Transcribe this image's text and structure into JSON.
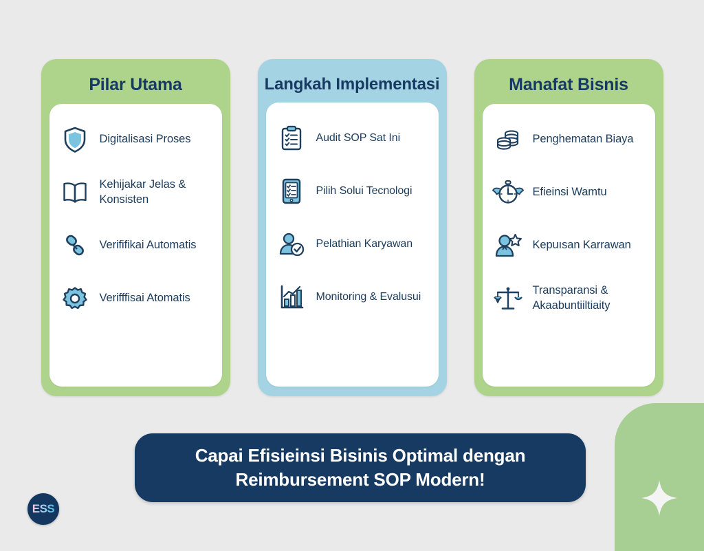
{
  "background_color": "#eaeaea",
  "colors": {
    "green": "#aed48c",
    "blue": "#a4d3e3",
    "navy": "#173a63",
    "icon_navy": "#1f3f5f",
    "icon_blue": "#7cc3e0"
  },
  "columns": [
    {
      "title": "Pilar Utama",
      "theme": "green",
      "items": [
        {
          "label": "Digitalisasi Proses",
          "icon": "shield-icon"
        },
        {
          "label": "Kehijakar Jelas & Konsisten",
          "icon": "open-book-icon"
        },
        {
          "label": "Verififikai Automatis",
          "icon": "chain-link-icon"
        },
        {
          "label": "Verifffisai Atomatis",
          "icon": "gear-icon"
        }
      ]
    },
    {
      "title": "Langkah Implementasi",
      "theme": "blue",
      "items": [
        {
          "label": "Audit SOP Sat Ini",
          "icon": "clipboard-checklist-icon"
        },
        {
          "label": "Pilih Solui Tecnologi",
          "icon": "tablet-checklist-icon"
        },
        {
          "label": "Pelathian Karyawan",
          "icon": "user-check-icon"
        },
        {
          "label": "Monitoring & Evalusui",
          "icon": "bar-chart-growth-icon"
        }
      ]
    },
    {
      "title": "Manafat Bisnis",
      "theme": "green",
      "items": [
        {
          "label": "Penghematan Biaya",
          "icon": "coin-stack-icon"
        },
        {
          "label": "Efieinsi Wamtu",
          "icon": "winged-stopwatch-icon"
        },
        {
          "label": "Kepuısan Karrawan",
          "icon": "user-star-icon"
        },
        {
          "label": "Transparansi & Akaabuntiiltiaity",
          "icon": "scales-balance-icon"
        }
      ]
    }
  ],
  "banner": {
    "line1": "Capai Efisieinsi Bisinis Optimal dengan",
    "line2": "Reimbursement SOP Modern!"
  },
  "logo": {
    "text": "ESS"
  }
}
